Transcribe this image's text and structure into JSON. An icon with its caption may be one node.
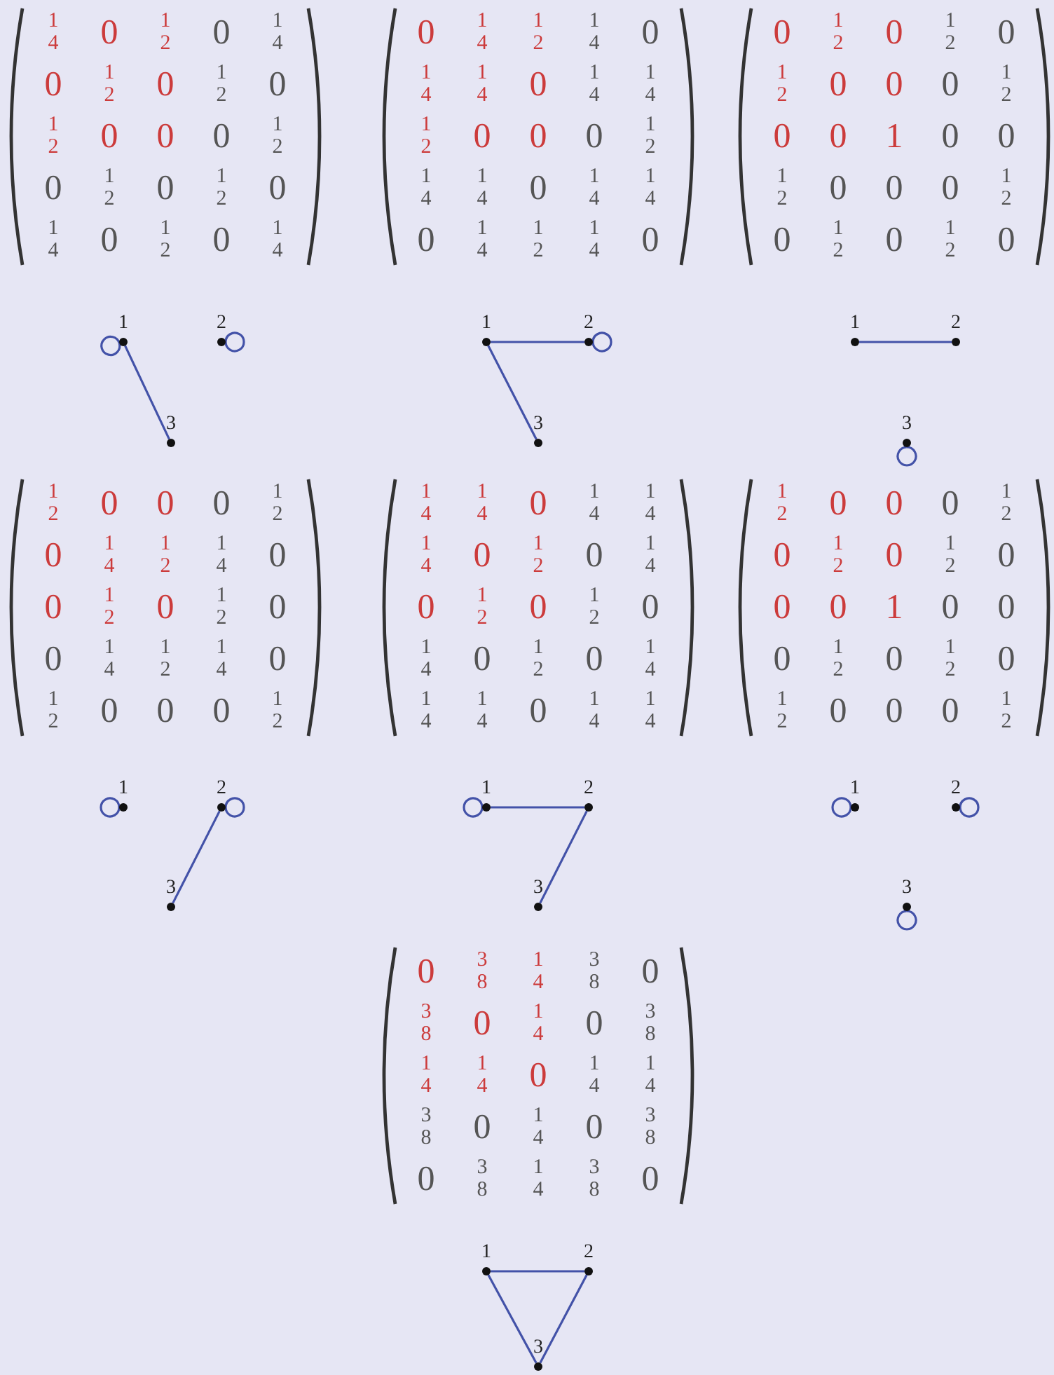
{
  "diagram": {
    "nodes": [
      {
        "text": [
          "1"
        ]
      },
      {
        "text": [
          "2"
        ]
      },
      {
        "text": [
          "3"
        ]
      },
      {
        "text": [
          "1"
        ]
      },
      {
        "text": [
          "2"
        ]
      },
      {
        "text": [
          "3"
        ]
      },
      {
        "text": [
          "1"
        ]
      },
      {
        "text": [
          "2"
        ]
      },
      {
        "text": [
          "3"
        ]
      },
      {
        "text": [
          "1"
        ]
      },
      {
        "text": [
          "2"
        ]
      },
      {
        "text": [
          "3"
        ]
      },
      {
        "text": [
          "1"
        ]
      },
      {
        "text": [
          "2"
        ]
      },
      {
        "text": [
          "3"
        ]
      },
      {
        "text": [
          "1"
        ]
      },
      {
        "text": [
          "2"
        ]
      },
      {
        "text": [
          "3"
        ]
      },
      {
        "text": [
          "1"
        ]
      },
      {
        "text": [
          "2"
        ]
      },
      {
        "text": [
          "3"
        ]
      }
    ],
    "edges": [
      {
        "from": 0,
        "to": 0,
        "arrow": "none"
      },
      {
        "from": 1,
        "to": 1,
        "arrow": "none"
      },
      {
        "from": 0,
        "to": 2,
        "arrow": "none"
      },
      {
        "from": 3,
        "to": 4,
        "arrow": "none"
      },
      {
        "from": 4,
        "to": 4,
        "arrow": "none"
      },
      {
        "from": 3,
        "to": 5,
        "arrow": "none"
      },
      {
        "from": 6,
        "to": 7,
        "arrow": "none"
      },
      {
        "from": 8,
        "to": 8,
        "arrow": "none"
      },
      {
        "from": 9,
        "to": 9,
        "arrow": "none"
      },
      {
        "from": 10,
        "to": 10,
        "arrow": "none"
      },
      {
        "from": 10,
        "to": 11,
        "arrow": "none"
      },
      {
        "from": 12,
        "to": 12,
        "arrow": "none"
      },
      {
        "from": 12,
        "to": 13,
        "arrow": "none"
      },
      {
        "from": 13,
        "to": 14,
        "arrow": "none"
      },
      {
        "from": 15,
        "to": 15,
        "arrow": "none"
      },
      {
        "from": 16,
        "to": 16,
        "arrow": "none"
      },
      {
        "from": 17,
        "to": 17,
        "arrow": "none"
      },
      {
        "from": 18,
        "to": 19,
        "arrow": "none"
      },
      {
        "from": 18,
        "to": 20,
        "arrow": "none"
      },
      {
        "from": 19,
        "to": 20,
        "arrow": "none"
      }
    ],
    "labels": [
      "1/4",
      "0",
      "1/2",
      "0",
      "1/4",
      "0",
      "1/2",
      "0",
      "1/2",
      "0",
      "1/2",
      "0",
      "0",
      "0",
      "1/2",
      "0",
      "1/2",
      "0",
      "1/2",
      "0",
      "1/4",
      "0",
      "1/2",
      "0",
      "1/4",
      "0",
      "1/4",
      "1/2",
      "1/4",
      "0",
      "1/4",
      "1/4",
      "0",
      "1/4",
      "1/4",
      "1/2",
      "0",
      "0",
      "0",
      "1/2",
      "1/4",
      "1/4",
      "0",
      "1/4",
      "1/4",
      "0",
      "1/4",
      "1/2",
      "1/4",
      "0",
      "0",
      "1/2",
      "0",
      "1/2",
      "0",
      "1/2",
      "0",
      "0",
      "0",
      "1/2",
      "0",
      "0",
      "1",
      "0",
      "0",
      "1/2",
      "0",
      "0",
      "0",
      "1/2",
      "0",
      "1/2",
      "0",
      "1/2",
      "0",
      "1/2",
      "0",
      "0",
      "0",
      "1/2",
      "0",
      "1/4",
      "1/2",
      "1/4",
      "0",
      "0",
      "1/2",
      "0",
      "1/2",
      "0",
      "0",
      "1/4",
      "1/2",
      "1/4",
      "0",
      "1/2",
      "0",
      "0",
      "0",
      "1/2",
      "1/4",
      "1/4",
      "0",
      "1/4",
      "1/4",
      "1/4",
      "0",
      "1/2",
      "0",
      "1/4",
      "0",
      "1/2",
      "0",
      "1/2",
      "0",
      "1/4",
      "0",
      "1/2",
      "0",
      "1/4",
      "1/4",
      "1/4",
      "0",
      "1/4",
      "1/4",
      "1/2",
      "0",
      "0",
      "0",
      "1/2",
      "0",
      "1/2",
      "0",
      "1/2",
      "0",
      "0",
      "0",
      "1",
      "0",
      "0",
      "0",
      "1/2",
      "0",
      "1/2",
      "0",
      "1/2",
      "0",
      "0",
      "0",
      "1/2",
      "0",
      "3/8",
      "1/4",
      "3/8",
      "0",
      "3/8",
      "0",
      "1/4",
      "0",
      "3/8",
      "1/4",
      "1/4",
      "0",
      "1/4",
      "1/4",
      "3/8",
      "0",
      "1/4",
      "0",
      "3/8",
      "0",
      "3/8",
      "1/4",
      "3/8",
      "0"
    ]
  }
}
